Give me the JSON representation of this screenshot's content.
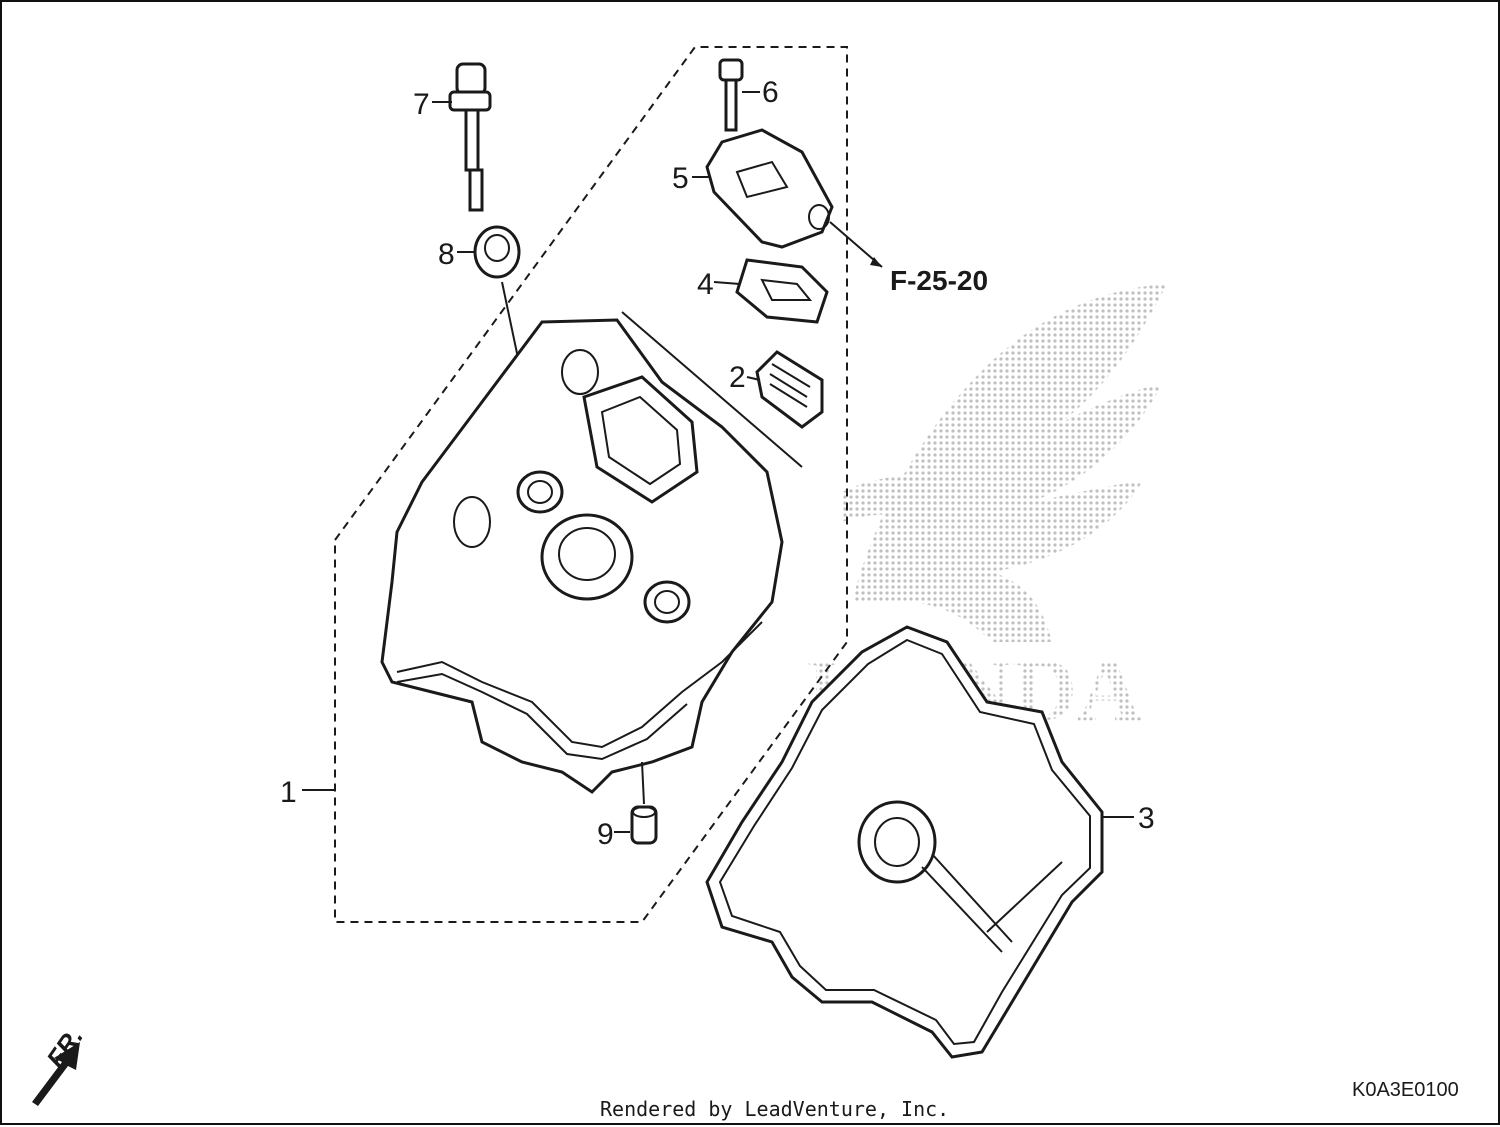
{
  "diagram": {
    "callouts": [
      {
        "id": "callout-1",
        "label": "1"
      },
      {
        "id": "callout-2",
        "label": "2"
      },
      {
        "id": "callout-3",
        "label": "3"
      },
      {
        "id": "callout-4",
        "label": "4"
      },
      {
        "id": "callout-5",
        "label": "5"
      },
      {
        "id": "callout-6",
        "label": "6"
      },
      {
        "id": "callout-7",
        "label": "7"
      },
      {
        "id": "callout-8",
        "label": "8"
      },
      {
        "id": "callout-9",
        "label": "9"
      }
    ],
    "reference": "F-25-20",
    "diagram_code": "K0A3E0100",
    "front_label": "FR.",
    "logo_text": "HONDA",
    "credit": "Rendered by LeadVenture, Inc."
  },
  "colors": {
    "line": "#1a1a1a",
    "logo": "#bdbdbd",
    "background": "#ffffff"
  }
}
